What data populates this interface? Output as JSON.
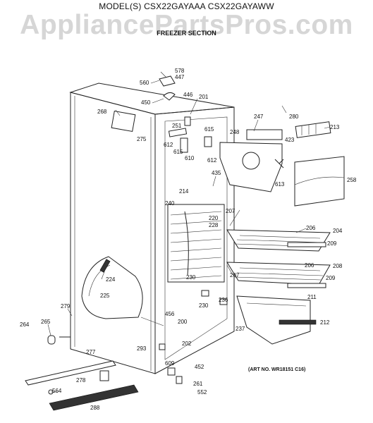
{
  "header": {
    "model_title": "MODEL(S) CSX22GAYAAA  CSX22GAYAWW",
    "watermark": "AppliancePartsPros.com",
    "section_title": "FREEZER SECTION"
  },
  "footer": {
    "art_no": "(ART NO. WR18151 C16)"
  },
  "callouts": [
    "578",
    "447",
    "560",
    "446",
    "450",
    "201",
    "268",
    "275",
    "251",
    "247",
    "280",
    "213",
    "612",
    "615",
    "610",
    "615",
    "612",
    "248",
    "423",
    "435",
    "613",
    "258",
    "214",
    "240",
    "220",
    "228",
    "207",
    "206",
    "204",
    "209",
    "230",
    "207",
    "206",
    "208",
    "209",
    "224",
    "225",
    "236",
    "211",
    "230",
    "456",
    "237",
    "212",
    "279",
    "200",
    "265",
    "264",
    "202",
    "293",
    "277",
    "609",
    "452",
    "278",
    "261",
    "564",
    "552",
    "288"
  ]
}
